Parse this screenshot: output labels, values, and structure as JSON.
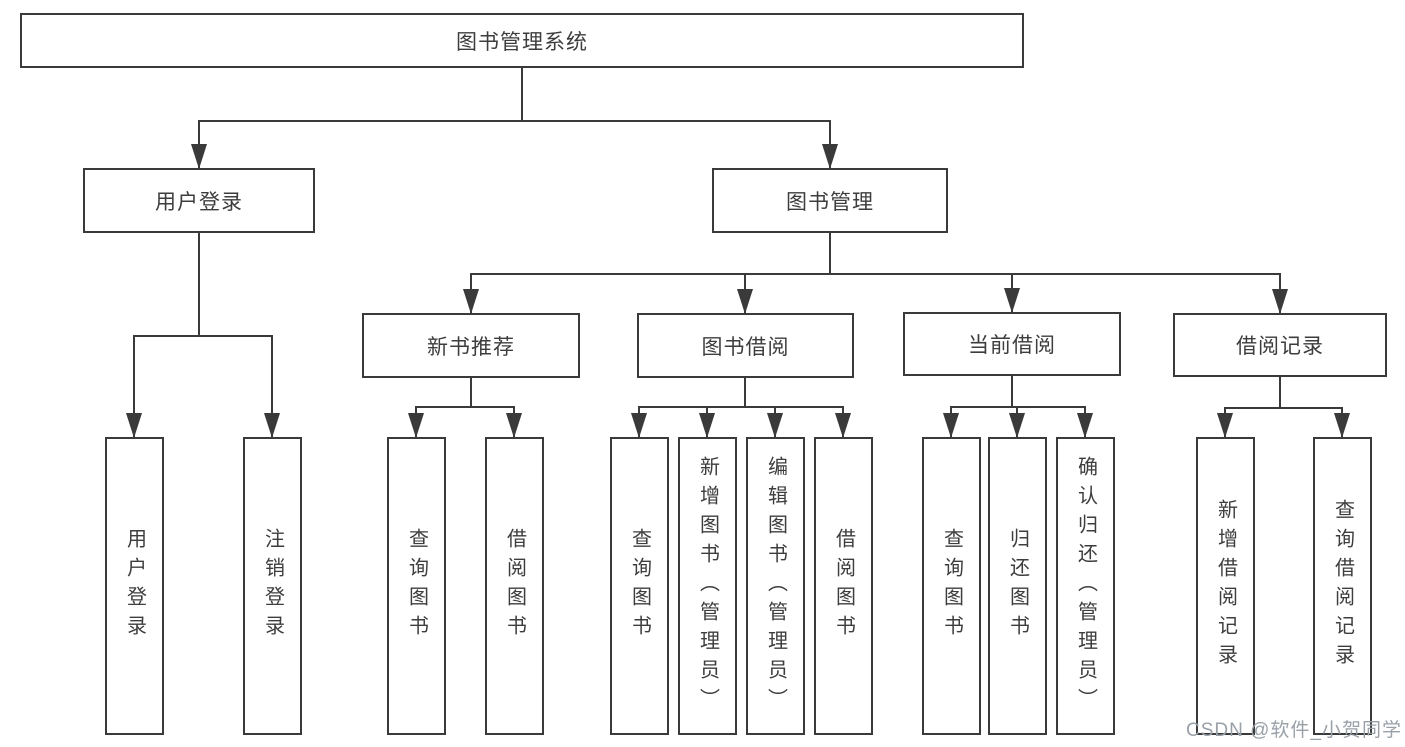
{
  "diagram_title": "图书管理系统",
  "nodes": {
    "root": "图书管理系统",
    "user_login": "用户登录",
    "book_mgmt": "图书管理",
    "new_book_rec": "新书推荐",
    "book_borrow": "图书借阅",
    "current_borrow": "当前借阅",
    "borrow_records": "借阅记录",
    "leaf_user_login": "用户登录",
    "leaf_logout": "注销登录",
    "leaf_query_book_1": "查询图书",
    "leaf_borrow_book_1": "借阅图书",
    "leaf_query_book_2": "查询图书",
    "leaf_add_book_admin": "新增图书（管理员）",
    "leaf_edit_book_admin": "编辑图书（管理员）",
    "leaf_borrow_book_2": "借阅图书",
    "leaf_query_book_3": "查询图书",
    "leaf_return_book": "归还图书",
    "leaf_confirm_return_admin": "确认归还（管理员）",
    "leaf_add_borrow_record": "新增借阅记录",
    "leaf_query_borrow_record": "查询借阅记录"
  },
  "watermark": "CSDN @软件_小贺同学",
  "colors": {
    "line": "#3a3a3a",
    "text": "#3d3d3d",
    "background": "#ffffff",
    "watermark": "#99a0a8"
  }
}
